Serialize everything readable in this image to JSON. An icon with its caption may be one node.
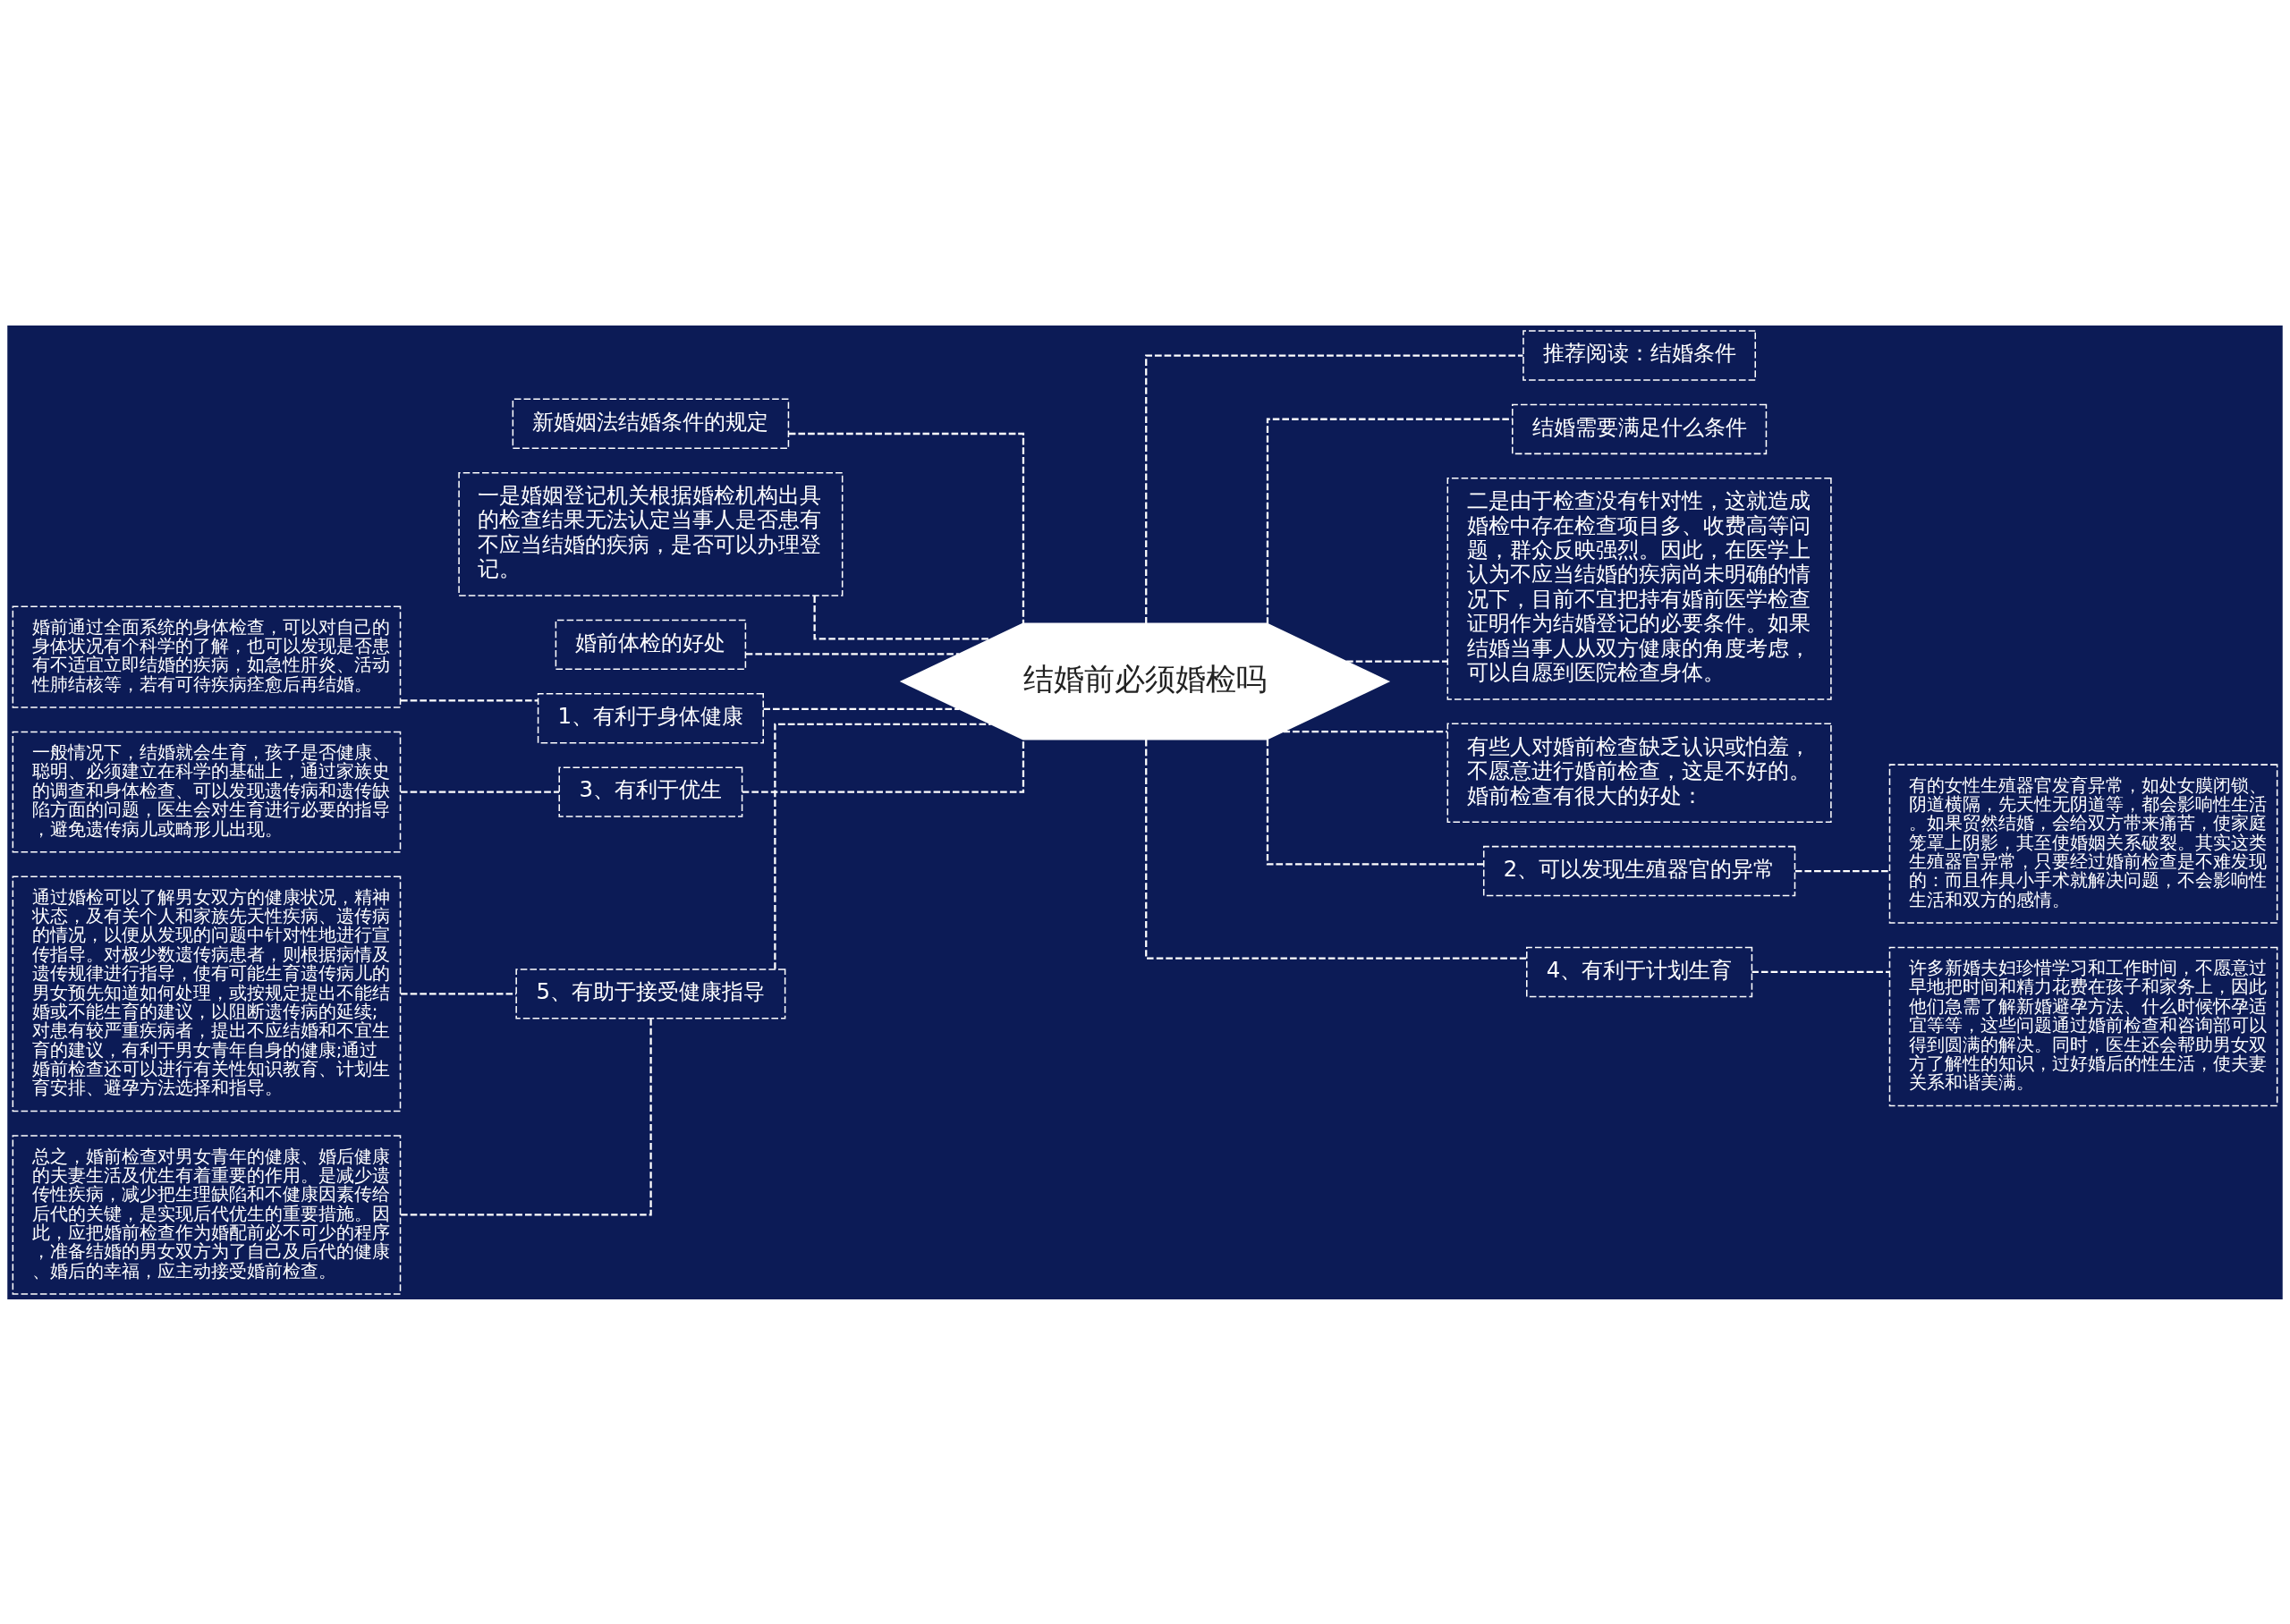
{
  "diagram": {
    "nodes": [
      {
        "text": [
          "结婚前必须婚检吗"
        ]
      },
      {
        "text": [
          "新婚姻法结婚条件的规定"
        ]
      },
      {
        "text": [
          "一是婚姻登记机关根据婚检机构出具的检查结果无法认定当事人是否患有不应当结婚的疾病，是否可以办理登记。"
        ]
      },
      {
        "text": [
          "婚前体检的好处"
        ]
      },
      {
        "text": [
          "1、有利于身体健康"
        ]
      },
      {
        "text": [
          "婚前通过全面系统的身体检查，可以对自己的身体状况有个科学的了解，也可以发现是否患有不适宜立即结婚的疾病，如急性肝炎、活动性肺结核等，若有可待疾病痊愈后再结婚。"
        ]
      },
      {
        "text": [
          "3、有利于优生"
        ]
      },
      {
        "text": [
          "一般情况下，结婚就会生育，孩子是否健康、聪明、必须建立在科学的基础上，通过家族史的调查和身体检查、可以发现遗传病和遗传缺陷方面的问题，医生会对生育进行必要的指导，避免遗传病儿或畸形儿出现。"
        ]
      },
      {
        "text": [
          "5、有助于接受健康指导"
        ]
      },
      {
        "text": [
          "通过婚检可以了解男女双方的健康状况，精神状态，及有关个人和家族先天性疾病、遗传病的情况，以便从发现的问题中针对性地进行宣传指导。对极少数遗传病患者，则根据病情及遗传规律进行指导，使有可能生育遗传病儿的男女预先知道如何处理，或按规定提出不能结婚或不能生育的建议，以阻断遗传病的延续;对患有较严重疾病者，提出不应结婚和不宜生育的建议，有利于男女青年自身的健康;通过婚前检查还可以进行有关性知识教育、计划生育安排、避孕方法选择和指导。"
        ]
      },
      {
        "text": [
          "总之，婚前检查对男女青年的健康、婚后健康的夫妻生活及优生有着重要的作用。是减少遗传性疾病，减少把生理缺陷和不健康因素传给后代的关键，是实现后代优生的重要措施。因此，应把婚前检查作为婚配前必不可少的程序，准备结婚的男女双方为了自己及后代的健康、婚后的幸福，应主动接受婚前检查。"
        ]
      },
      {
        "text": [
          "推荐阅读：结婚条件"
        ]
      },
      {
        "text": [
          "结婚需要满足什么条件"
        ]
      },
      {
        "text": [
          "二是由于检查没有针对性，这就造成婚检中存在检查项目多、收费高等问题，群众反映强烈。因此，在医学上认为不应当结婚的疾病尚未明确的情况下，目前不宜把持有婚前医学检查证明作为结婚登记的必要条件。如果结婚当事人从双方健康的角度考虑，可以自愿到医院检查身体。"
        ]
      },
      {
        "text": [
          "有些人对婚前检查缺乏认识或怕羞，不愿意进行婚前检查，这是不好的。婚前检查有很大的好处："
        ]
      },
      {
        "text": [
          "2、可以发现生殖器官的异常"
        ]
      },
      {
        "text": [
          "有的女性生殖器官发育异常，如处女膜闭锁、阴道横隔，先天性无阴道等，都会影响性生活。如果贸然结婚，会给双方带来痛苦，使家庭笼罩上阴影，其至使婚姻关系破裂。其实这类生殖器官异常，只要经过婚前检查是不难发现的：而且作具小手术就解决问题，不会影响性生活和双方的感情。"
        ]
      },
      {
        "text": [
          "4、有利于计划生育"
        ]
      },
      {
        "text": [
          "许多新婚夫妇珍惜学习和工作时间，不愿意过早地把时间和精力花费在孩子和家务上，因此他们急需了解新婚避孕方法、什么时候怀孕适宜等等，这些问题通过婚前检查和咨询部可以得到圆满的解决。同时，医生还会帮助男女双方了解性的知识，过好婚后的性生活，使夫妻关系和谐美满。"
        ]
      }
    ],
    "edges": [
      {
        "from": 0,
        "to": 1,
        "arrow": "none",
        "style": "dashed"
      },
      {
        "from": 0,
        "to": 2,
        "arrow": "none",
        "style": "dashed"
      },
      {
        "from": 0,
        "to": 3,
        "arrow": "none",
        "style": "dashed"
      },
      {
        "from": 0,
        "to": 4,
        "arrow": "none",
        "style": "dashed"
      },
      {
        "from": 4,
        "to": 5,
        "arrow": "none",
        "style": "dashed"
      },
      {
        "from": 0,
        "to": 6,
        "arrow": "none",
        "style": "dashed"
      },
      {
        "from": 6,
        "to": 7,
        "arrow": "none",
        "style": "dashed"
      },
      {
        "from": 0,
        "to": 8,
        "arrow": "none",
        "style": "dashed"
      },
      {
        "from": 8,
        "to": 9,
        "arrow": "none",
        "style": "dashed"
      },
      {
        "from": 8,
        "to": 10,
        "arrow": "none",
        "style": "dashed"
      },
      {
        "from": 0,
        "to": 11,
        "arrow": "none",
        "style": "dashed"
      },
      {
        "from": 0,
        "to": 12,
        "arrow": "none",
        "style": "dashed"
      },
      {
        "from": 0,
        "to": 13,
        "arrow": "none",
        "style": "dashed"
      },
      {
        "from": 0,
        "to": 14,
        "arrow": "none",
        "style": "dashed"
      },
      {
        "from": 0,
        "to": 15,
        "arrow": "none",
        "style": "dashed"
      },
      {
        "from": 15,
        "to": 16,
        "arrow": "none",
        "style": "dashed"
      },
      {
        "from": 0,
        "to": 17,
        "arrow": "none",
        "style": "dashed"
      },
      {
        "from": 17,
        "to": 18,
        "arrow": "none",
        "style": "dashed"
      }
    ]
  }
}
